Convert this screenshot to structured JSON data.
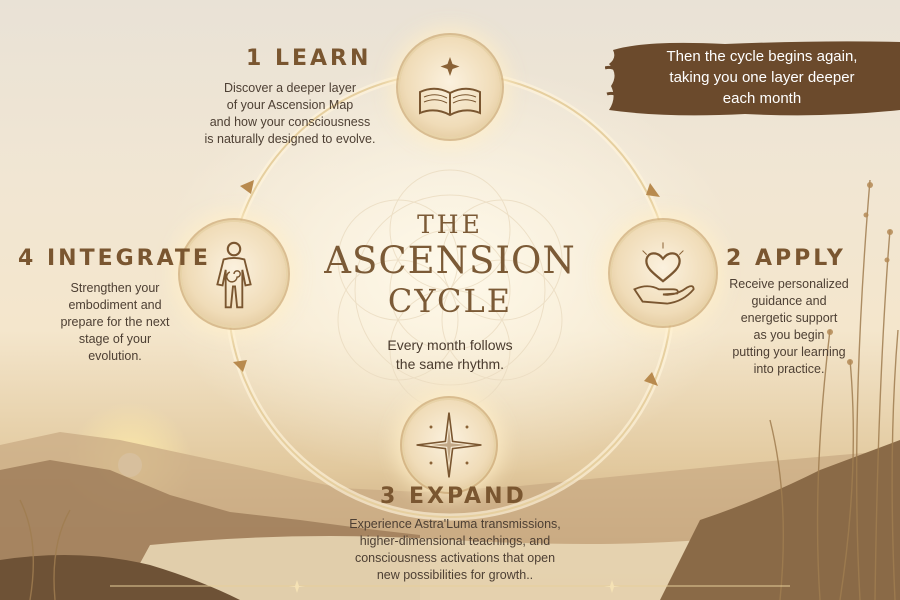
{
  "title": {
    "line1": "THE",
    "line2": "ASCENSION",
    "line3": "CYCLE",
    "subtitle_line1": "Every month follows",
    "subtitle_line2": "the same rhythm."
  },
  "banner": {
    "line1": "Then the cycle begins again,",
    "line2": "taking you one layer deeper",
    "line3": "each month"
  },
  "stages": [
    {
      "title": "1 LEARN",
      "icon": "open-book-with-star-icon",
      "description": [
        "Discover a deeper layer",
        "of your Ascension Map",
        "and how your consciousness",
        "is naturally designed to evolve."
      ]
    },
    {
      "title": "2 APPLY",
      "icon": "heart-in-hand-icon",
      "description": [
        "Receive personalized",
        "guidance and",
        "energetic support",
        "as you begin",
        "putting your learning",
        "into practice."
      ]
    },
    {
      "title": "3 EXPAND",
      "icon": "radiant-star-icon",
      "description": [
        "Experience Astra'Luma transmissions,",
        "higher-dimensional teachings, and",
        "consciousness activations that open",
        "new possibilities for growth.."
      ]
    },
    {
      "title": "4 INTEGRATE",
      "icon": "human-figure-with-spiral-icon",
      "description": [
        "Strengthen your",
        "embodiment and",
        "prepare for the next",
        "stage of your",
        "evolution."
      ]
    }
  ],
  "colors": {
    "heading": "#7a5630",
    "body_text": "#4d3f33",
    "banner_bg": "#6b4a2c",
    "ring": "#f6e6c4"
  }
}
